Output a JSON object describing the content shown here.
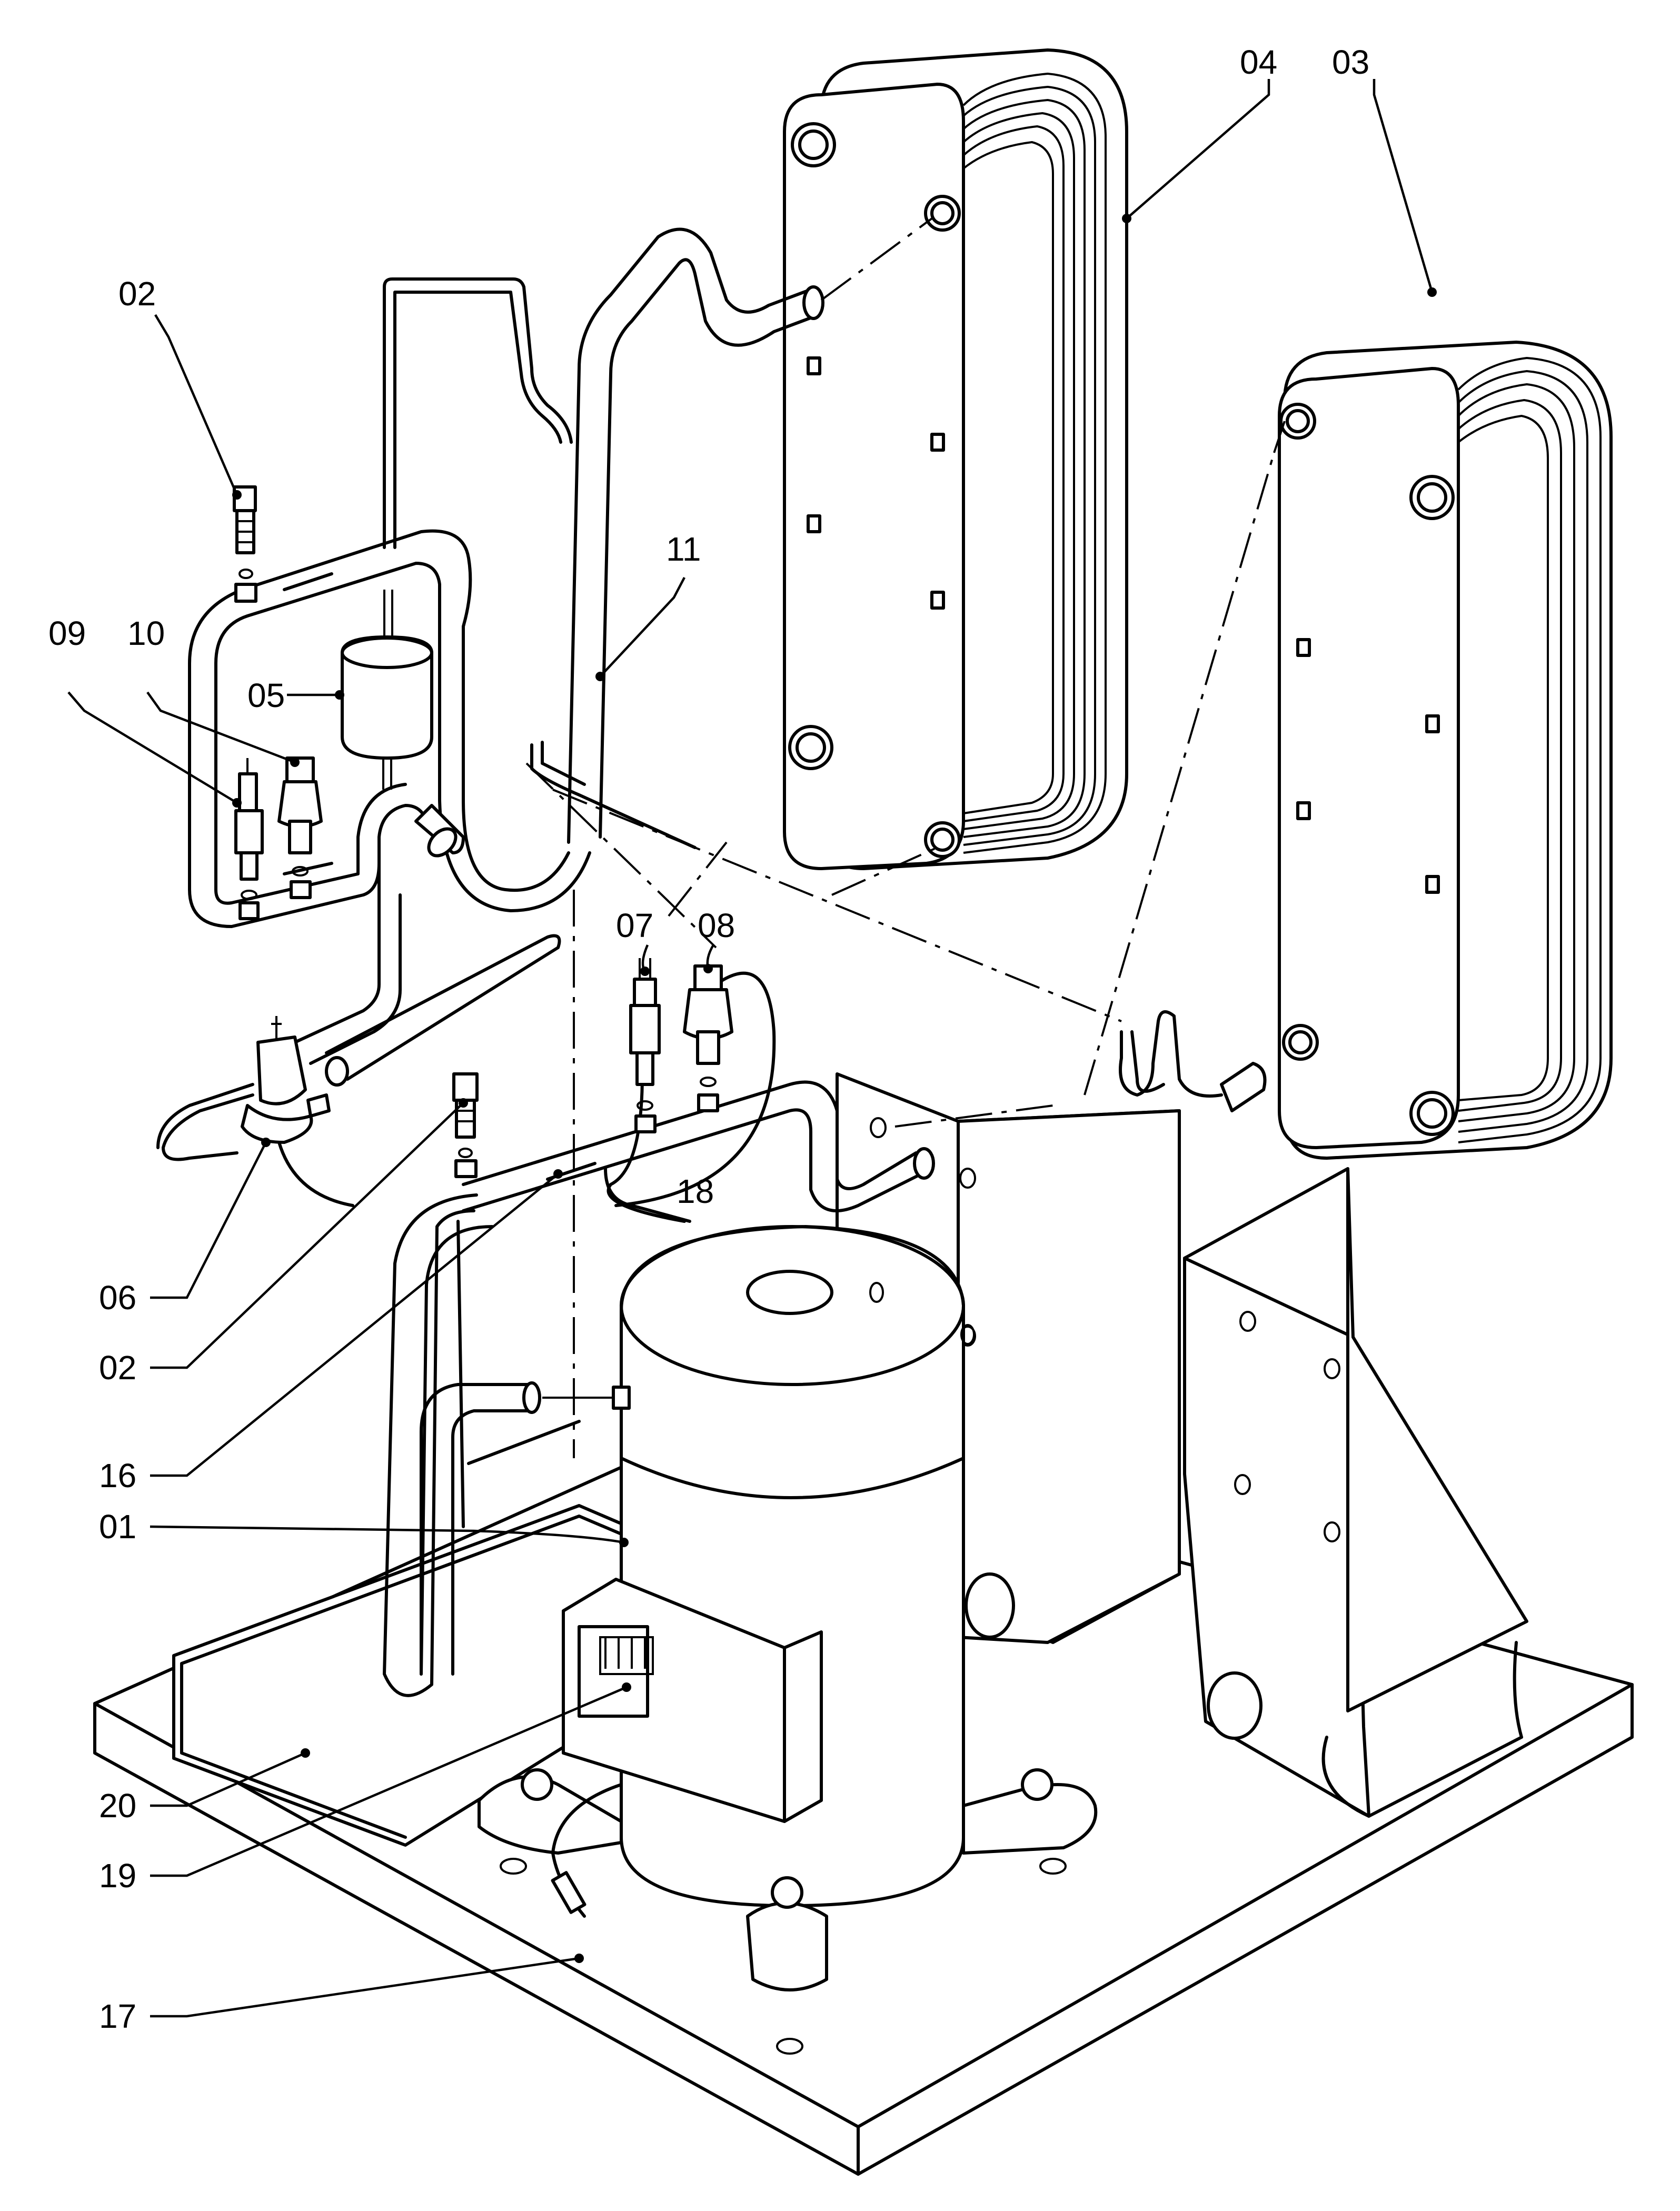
{
  "callouts": {
    "c01": "01",
    "c02a": "02",
    "c02b": "02",
    "c03": "03",
    "c04": "04",
    "c05": "05",
    "c06": "06",
    "c07": "07",
    "c08": "08",
    "c09": "09",
    "c10": "10",
    "c11": "11",
    "c16": "16",
    "c17": "17",
    "c18": "18",
    "c19": "19",
    "c20": "20"
  }
}
